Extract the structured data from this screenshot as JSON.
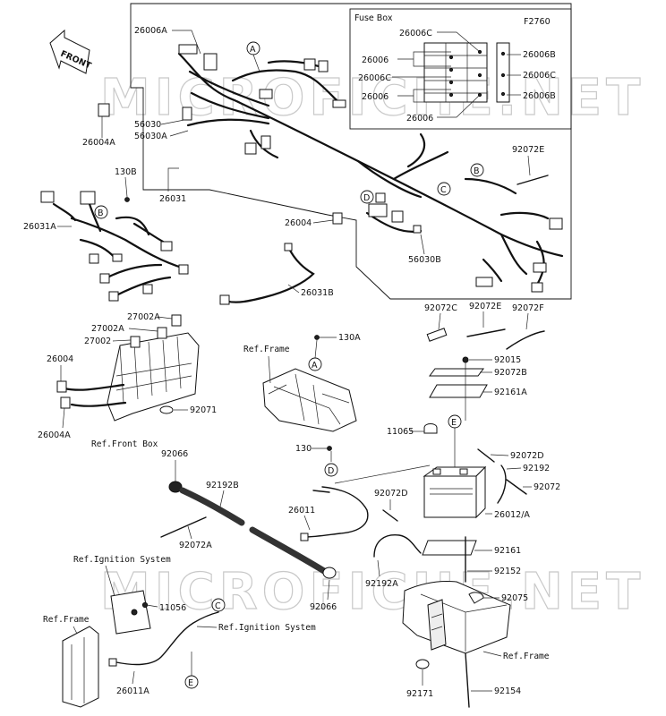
{
  "figure_code": "F2760",
  "fuse_box": {
    "title": "Fuse Box",
    "left_labels": [
      "26006C",
      "26006",
      "26006C",
      "26006",
      "26006"
    ],
    "right_labels": [
      "26006B",
      "26006C",
      "26006B"
    ]
  },
  "watermark": "MICROFICHE.NET",
  "front_label": "FRONT",
  "callouts": [
    "A",
    "B",
    "C",
    "D",
    "E"
  ],
  "parts": {
    "p26006A": "26006A",
    "p26004A_top": "26004A",
    "p56030": "56030",
    "p56030A": "56030A",
    "p130B": "130B",
    "p26031": "26031",
    "p26031A": "26031A",
    "p26004": "26004",
    "p56030B": "56030B",
    "p92072E_top": "92072E",
    "p26031B": "26031B",
    "p27002A_1": "27002A",
    "p27002A_2": "27002A",
    "p27002": "27002",
    "p26004_left": "26004",
    "p26004A_left": "26004A",
    "p92071": "92071",
    "p130A": "130A",
    "p92072C": "92072C",
    "p92072E_mid": "92072E",
    "p92072F": "92072F",
    "p92015": "92015",
    "p92072B": "92072B",
    "p92161A": "92161A",
    "p11065": "11065",
    "p130": "130",
    "p92072D_right": "92072D",
    "p92192": "92192",
    "p92072": "92072",
    "p92072D_mid": "92072D",
    "p26012A": "26012/A",
    "p26011": "26011",
    "p92066_top": "92066",
    "p92192B": "92192B",
    "p92072A": "92072A",
    "p92192A": "92192A",
    "p92161": "92161",
    "p92152": "92152",
    "p92066_bottom": "92066",
    "p11056": "11056",
    "p92075": "92075",
    "p26011A": "26011A",
    "p92171": "92171",
    "p92154": "92154"
  },
  "refs": {
    "frame_mid": "Ref.Frame",
    "front_box": "Ref.Front Box",
    "ignition_1": "Ref.Ignition System",
    "frame_left": "Ref.Frame",
    "ignition_2": "Ref.Ignition System",
    "frame_right": "Ref.Frame"
  }
}
